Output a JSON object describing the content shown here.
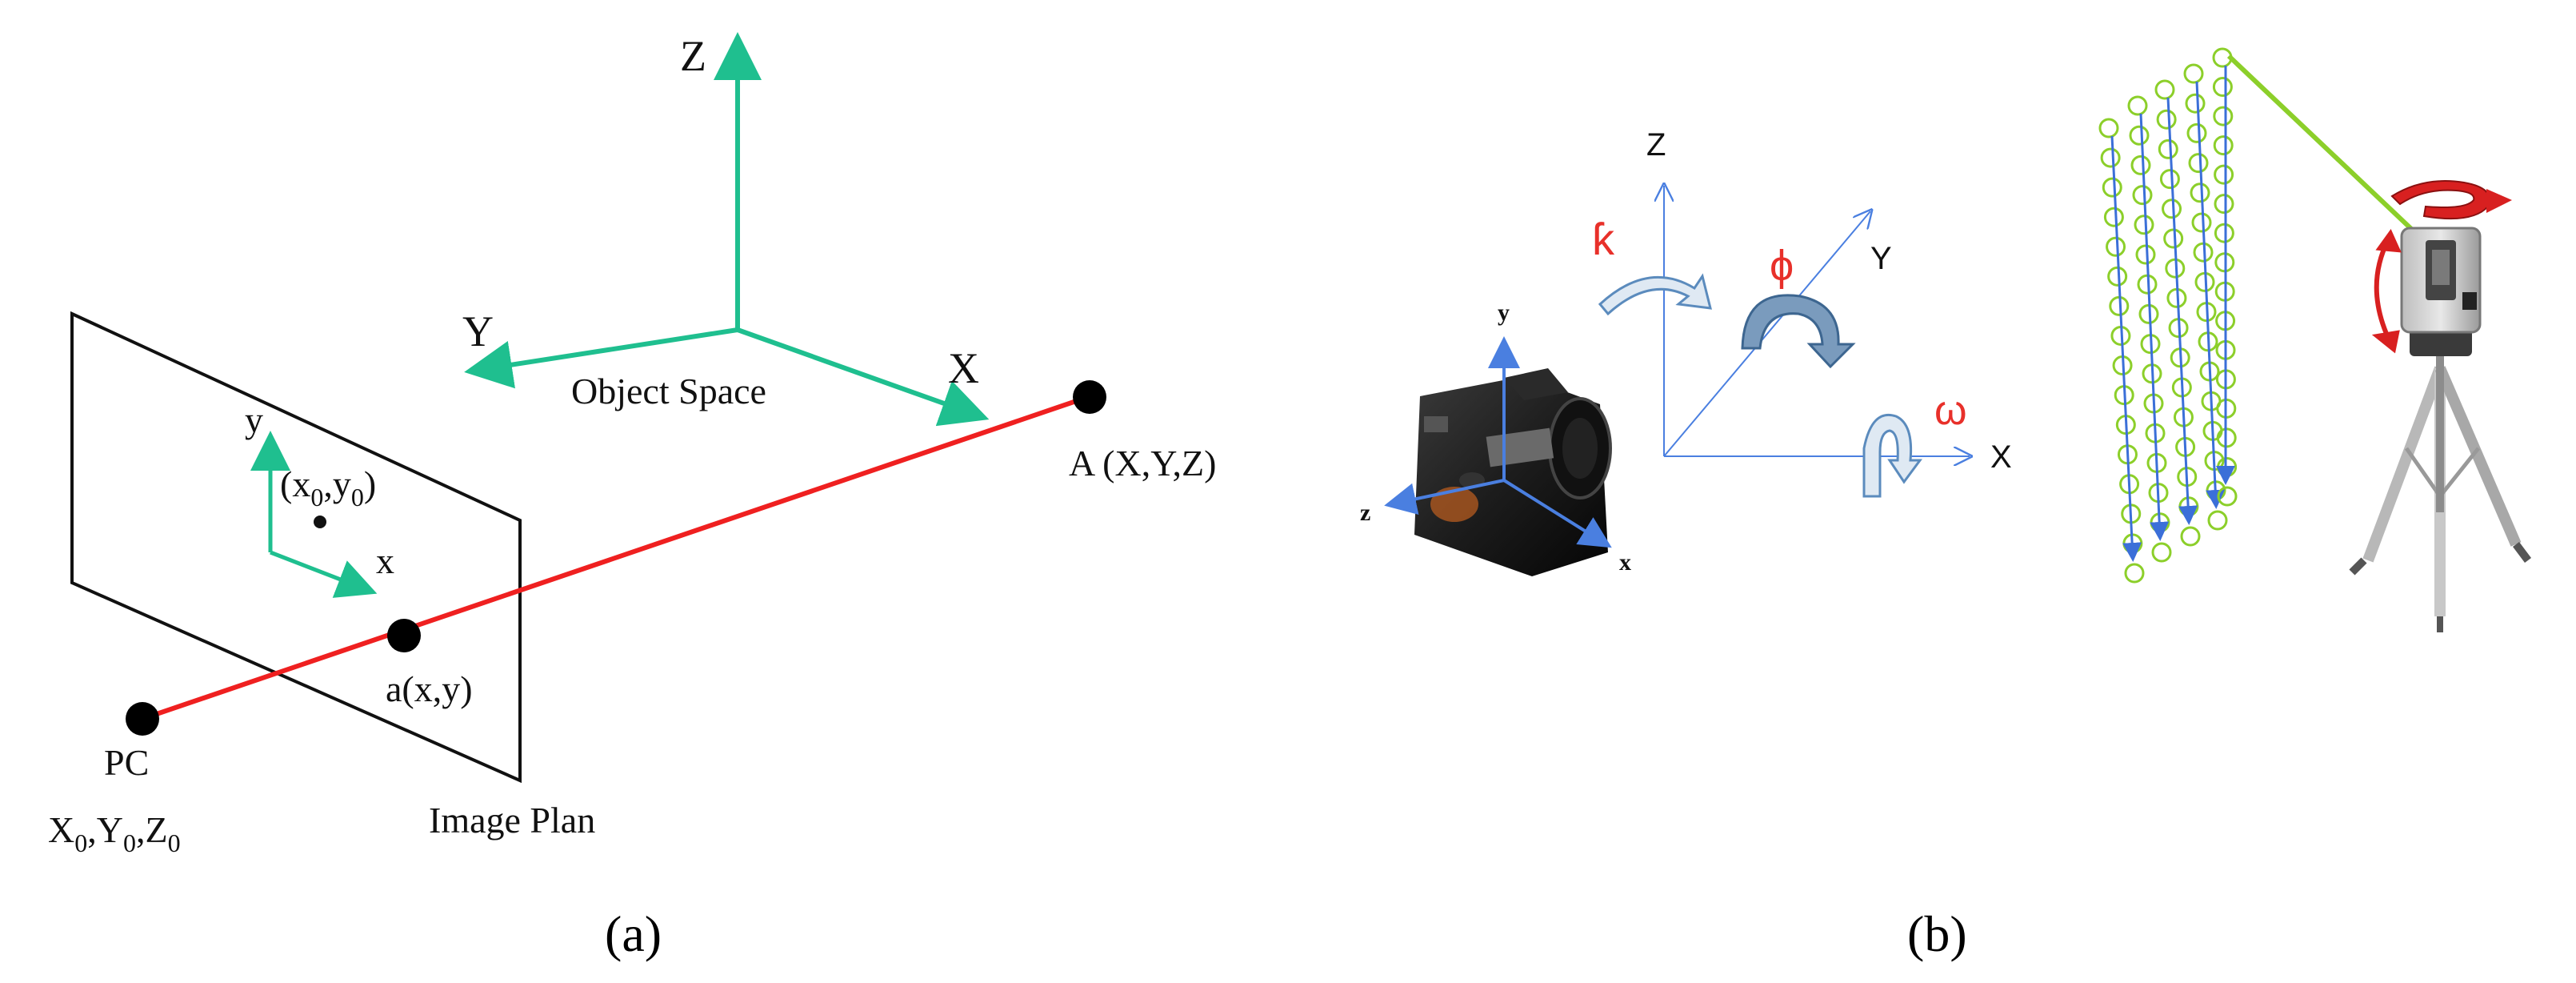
{
  "panel_a": {
    "axes_object": {
      "z": "Z",
      "y": "Y",
      "x": "X",
      "title": "Object Space"
    },
    "axes_image": {
      "y": "y",
      "x": "x"
    },
    "principal_point": {
      "base": "(x",
      "sub0": "0",
      "mid": ",y",
      "sub1": "0",
      "end": ")"
    },
    "point_A": "A (X,Y,Z)",
    "point_a": "a(x,y)",
    "pc_label": "PC",
    "pc_coords": {
      "x": "X",
      "sx": "0",
      "y": ",Y",
      "sy": "0",
      "z": ",Z",
      "sz": "0"
    },
    "image_plane_label": "Image Plan",
    "panel_label": "(a)"
  },
  "panel_b": {
    "camera_axes": {
      "y": "y",
      "z": "z",
      "x": "x"
    },
    "world_axes": {
      "z": "Z",
      "y": "Y",
      "x": "X"
    },
    "rotations": {
      "kappa": "ƙ",
      "phi": "ϕ",
      "omega": "ω"
    },
    "panel_label": "(b)"
  },
  "colors": {
    "object_axes": "#1fbf8f",
    "ray": "#ef2020",
    "rotation_label": "#e8302a",
    "camera_axes": "#4a7fe0",
    "world_axes": "#4a7fe0",
    "arrows": "#5b8bbd",
    "scan_points": "#8ccf2a",
    "scan_lines": "#3b6fd8",
    "laser_line": "#8ccf2a",
    "rotation_arrow": "#d82020"
  }
}
